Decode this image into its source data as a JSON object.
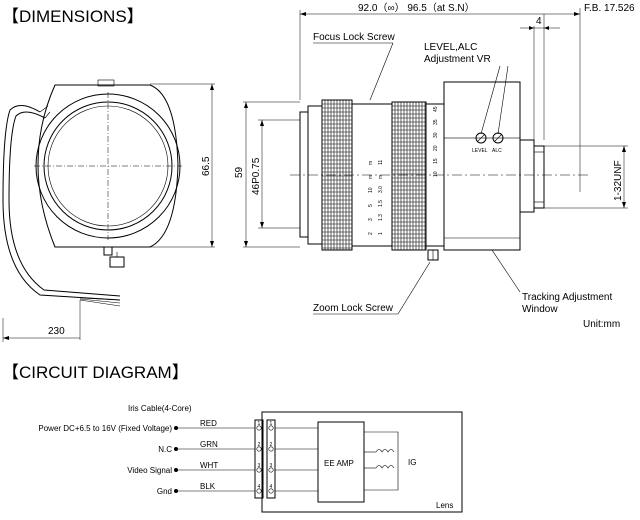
{
  "dimensions": {
    "heading": "【DIMENSIONS】",
    "front_height_label": "66.5",
    "cable_length_label": "230",
    "outer_dia_label": "59",
    "inner_dia_label": "46P0.75",
    "top_length_label": "92.0（∞）  96.5（at S.N）",
    "fb_label": "F.B. 17.526",
    "small_dim_label": "4",
    "thread_label": "1-32UNF",
    "focus_lock_label": "Focus Lock Screw",
    "level_alc_label_1": "LEVEL,ALC",
    "level_alc_label_2": "Adjustment VR",
    "level_label": "LEVEL",
    "alc_label": "ALC",
    "zoom_lock_label": "Zoom Lock Screw",
    "tracking_label_1": "Tracking Adjustment",
    "tracking_label_2": "Window",
    "unit_label": "Unit:mm",
    "focus_scale": [
      "m",
      "m",
      "10",
      "5",
      "3",
      "2"
    ],
    "focus_scale_2": [
      "11",
      "m",
      "3.0",
      "1.5",
      "1.3",
      "1"
    ],
    "zoom_scale": [
      "45",
      "35",
      "30",
      "20",
      "15",
      "10"
    ]
  },
  "circuit": {
    "heading": "【CIRCUIT DIAGRAM】",
    "cable_title": "Iris Cable(4-Core)",
    "rows": [
      {
        "name": "Power DC+6.5 to 16V (Fixed Voltage)",
        "color": "RED",
        "pin": "1"
      },
      {
        "name": "N.C",
        "color": "GRN",
        "pin": "2"
      },
      {
        "name": "Video Signal",
        "color": "WHT",
        "pin": "3"
      },
      {
        "name": "Gnd",
        "color": "BLK",
        "pin": "4"
      }
    ],
    "amp_label": "EE AMP",
    "ig_label": "IG",
    "lens_label": "Lens"
  }
}
